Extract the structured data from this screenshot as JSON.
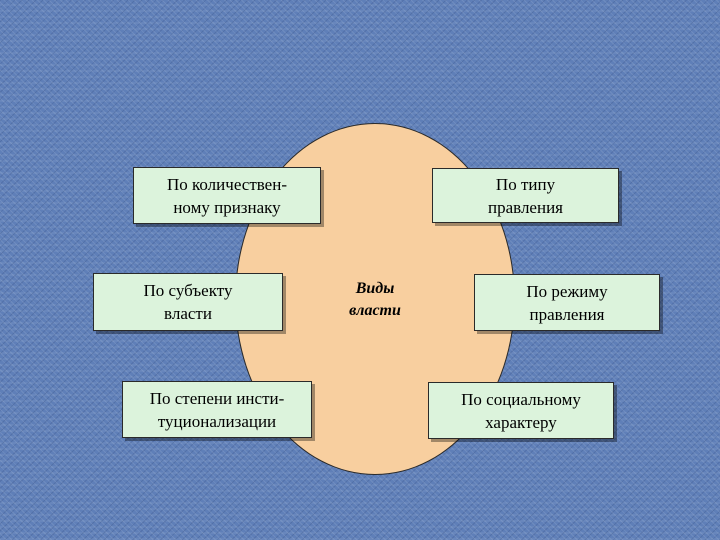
{
  "diagram": {
    "center_label": "Виды\nвласти",
    "boxes": {
      "quantitative": "По количествен-\nному признаку",
      "governance_type": "По типу\nправления",
      "subject": "По субъекту\nвласти",
      "regime": "По режиму\nправления",
      "institutionalization": "По степени инсти-\nтуционализации",
      "social": "По социальному\nхарактеру"
    },
    "colors": {
      "background": "#5f7fb8",
      "oval_fill": "#f8cf9f",
      "box_fill": "#dcf3dc",
      "border": "#2a2a2a"
    }
  }
}
